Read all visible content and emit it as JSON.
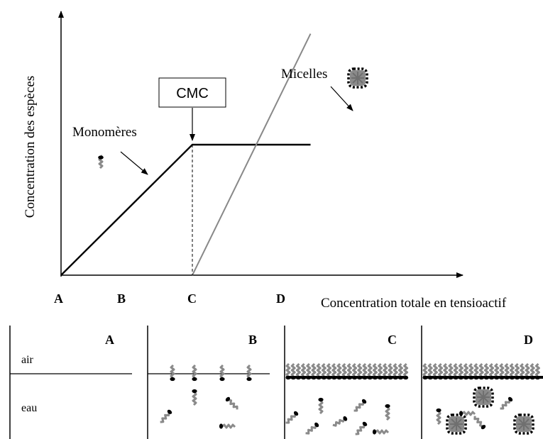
{
  "chart_data": {
    "type": "line",
    "ylabel": "Concentration des espèces",
    "xlabel": "Concentration totale en tensioactif",
    "x_markers": [
      "A",
      "B",
      "C",
      "D"
    ],
    "annotations": {
      "cmc": "CMC",
      "monomers": "Monomères",
      "micelles": "Micelles"
    },
    "series": [
      {
        "name": "Monomères",
        "color": "#000000",
        "points": [
          [
            0,
            0
          ],
          [
            1,
            1
          ],
          [
            1.9,
            1
          ]
        ]
      },
      {
        "name": "Micelles",
        "color": "#888888",
        "points": [
          [
            1,
            0
          ],
          [
            1.9,
            1.85
          ]
        ]
      }
    ],
    "cmc_x": 1
  },
  "panels": [
    {
      "label": "A",
      "air_label": "air",
      "water_label": "eau"
    },
    {
      "label": "B"
    },
    {
      "label": "C"
    },
    {
      "label": "D"
    }
  ],
  "colors": {
    "line": "#000000",
    "micelles": "#888888",
    "surfactant_tail": "#888888",
    "surfactant_head": "#000000"
  },
  "icons": [
    "surfactant-molecule-icon",
    "micelle-icon"
  ]
}
